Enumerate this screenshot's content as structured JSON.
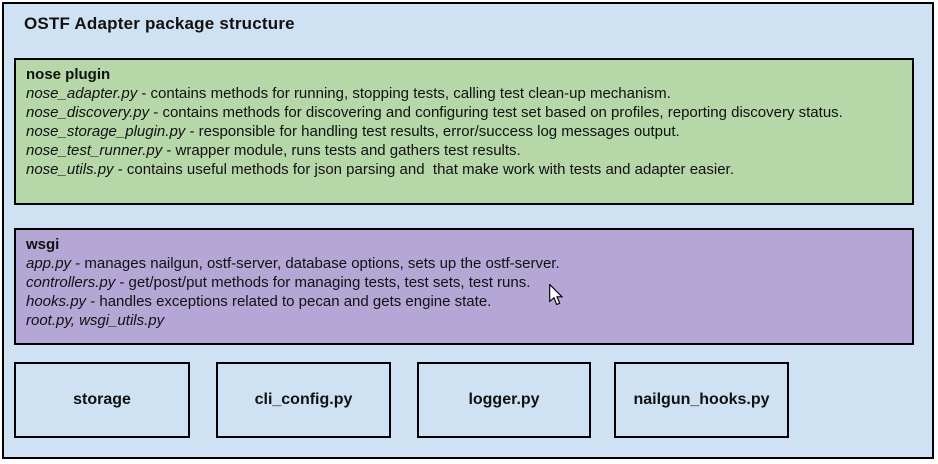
{
  "title": "OSTF Adapter package structure",
  "colors": {
    "background": "#cfe2f3",
    "nose_panel": "#b6d7a8",
    "wsgi_panel": "#b4a7d6",
    "box_fill": "#cfe2f3",
    "border": "#000000",
    "text": "#111111"
  },
  "nose_plugin": {
    "header": "nose plugin",
    "items": [
      {
        "file": "nose_adapter.py",
        "desc": " - contains methods for running, stopping tests, calling test clean-up mechanism."
      },
      {
        "file": "nose_discovery.py",
        "desc": " - contains methods for discovering and configuring test set based on profiles, reporting discovery status."
      },
      {
        "file": "nose_storage_plugin.py",
        "desc": " - responsible for handling test results, error/success log messages output."
      },
      {
        "file": "nose_test_runner.py",
        "desc": " - wrapper module, runs tests and gathers test results."
      },
      {
        "file": "nose_utils.py",
        "desc": " - contains useful methods for json parsing and  that make work with tests and adapter easier."
      }
    ]
  },
  "wsgi": {
    "header": "wsgi",
    "items": [
      {
        "file": "app.py",
        "desc": " - manages nailgun, ostf-server, database options, sets up the ostf-server."
      },
      {
        "file": "controllers.py",
        "desc": " - get/post/put methods for managing tests, test sets, test runs."
      },
      {
        "file": "hooks.py",
        "desc": " - handles exceptions related to pecan and gets engine state."
      },
      {
        "file": "root.py, wsgi_utils.py",
        "desc": ""
      }
    ]
  },
  "modules": [
    {
      "label": "storage"
    },
    {
      "label": "cli_config.py"
    },
    {
      "label": "logger.py"
    },
    {
      "label": "nailgun_hooks.py"
    }
  ]
}
